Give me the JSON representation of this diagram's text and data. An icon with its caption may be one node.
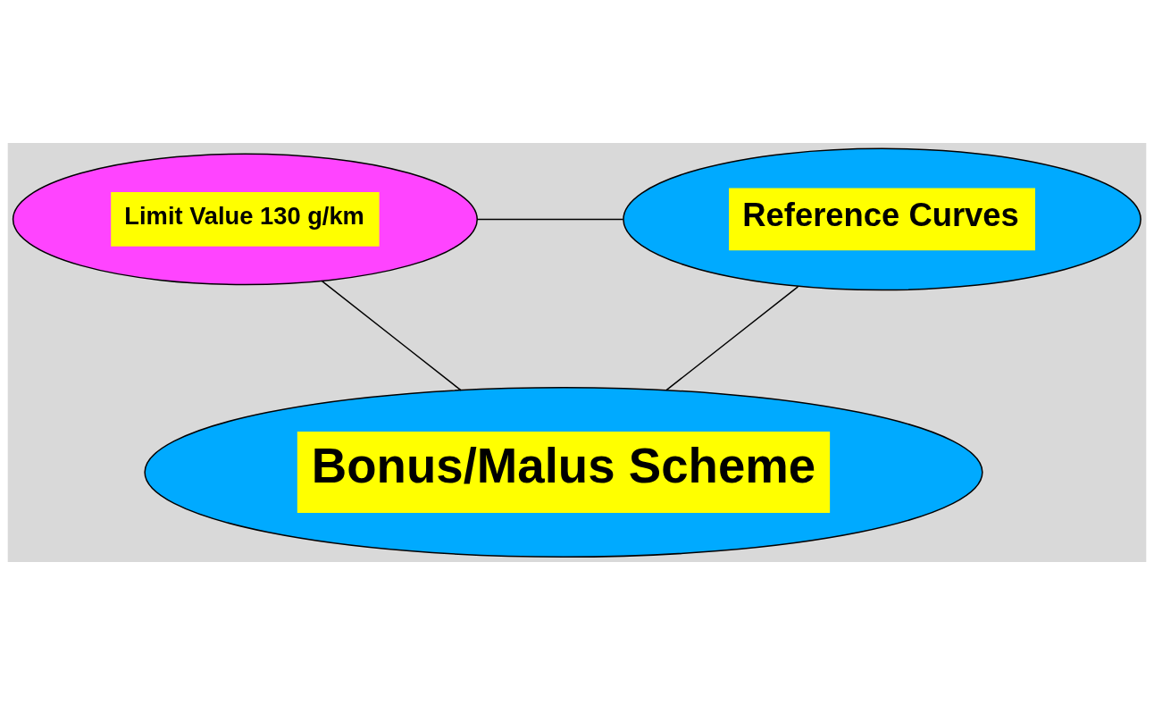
{
  "diagram": {
    "nodes": [
      {
        "text": [
          "Limit Value 130 g/km"
        ]
      },
      {
        "text": [
          "Reference Curves"
        ]
      },
      {
        "text": [
          "Bonus/Malus Scheme"
        ]
      }
    ],
    "edges": [
      {
        "from": 0,
        "to": 1,
        "arrow": "none"
      },
      {
        "from": 0,
        "to": 2,
        "arrow": "none"
      },
      {
        "from": 1,
        "to": 2,
        "arrow": "none"
      }
    ]
  }
}
